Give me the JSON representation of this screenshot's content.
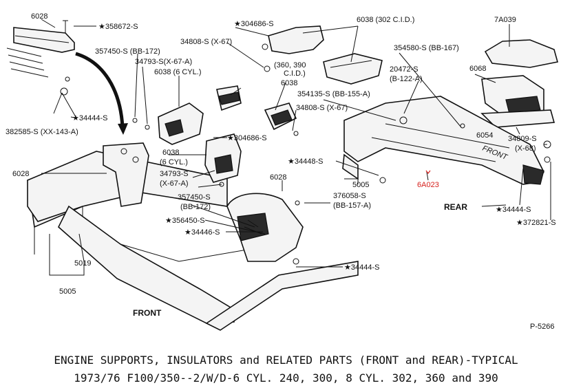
{
  "labels": {
    "p6028_top": "6028",
    "p358672": "★358672-S",
    "p304686_top": "★304686-S",
    "p6038_302": "6038 (302 C.I.D.)",
    "p7A039": "7A039",
    "p34808_top": "34808-S (X-67)",
    "p357450_top": "357450-S (BB-172)",
    "p34793_top": "34793-S(X-67-A)",
    "p6038_6cyl_top": "6038 (6 CYL.)",
    "p360_390_a": "(360, 390",
    "p360_390_b": "C.I.D.)",
    "p354580": "354580-S (BB-167)",
    "p6068": "6068",
    "p20472_a": "20472-S",
    "p20472_b": "(B-122-A)",
    "p6038_mid": "6038",
    "p354135": "354135-S (BB-155-A)",
    "p34808_mid": "34808-S (X-67)",
    "p34444_left": "★34444-S",
    "p382585": "382585-S (XX-143-A)",
    "p304686_mid": "★304686-S",
    "p6054": "6054",
    "p34809_a": "34809-S",
    "p34809_b": "(X-68)",
    "p6038_6cyl_a": "6038",
    "p6038_6cyl_b": "(6 CYL.)",
    "p34448": "★34448-S",
    "p6028_left": "6028",
    "p34793_mid_a": "34793-S",
    "p34793_mid_b": "(X-67-A)",
    "p6028_mid": "6028",
    "p5005_right": "5005",
    "p6A023": "6A023",
    "p357450_mid_a": "357450-S",
    "p357450_mid_b": "(BB-172)",
    "p376058_a": "376058-S",
    "p376058_b": "(BB-157-A)",
    "p_rear": "REAR",
    "p34444_right": "★34444-S",
    "p356450": "★356450-S",
    "p372821": "★372821-S",
    "p34446": "★34446-S",
    "p5019": "5019",
    "p34444_bottom": "★34444-S",
    "p5005_bottom": "5005",
    "p_front": "FRONT",
    "p_frame_front": "FRONT",
    "p5266": "P-5266"
  },
  "caption": {
    "line1": "ENGINE SUPPORTS, INSULATORS and RELATED PARTS (FRONT and REAR)-TYPICAL",
    "line2": "1973/76  F100/350--2/W/D-6 CYL. 240, 300, 8 CYL. 302, 360 and 390"
  },
  "colors": {
    "ink": "#111111",
    "highlight_label": "#d6201c",
    "background": "#ffffff"
  }
}
